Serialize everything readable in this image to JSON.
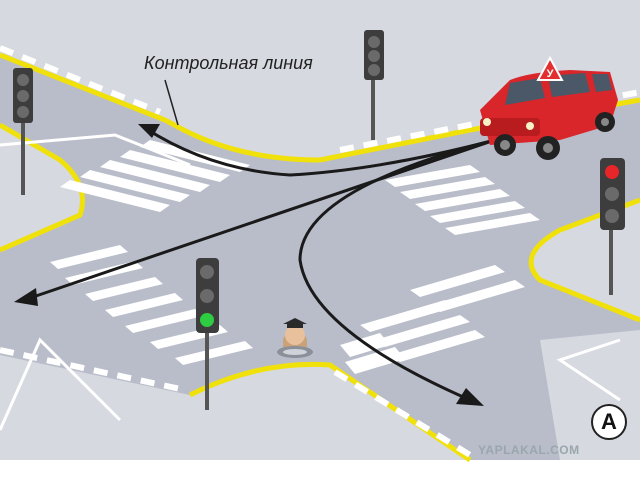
{
  "caption": "Контрольная линия",
  "panel_letter": "A",
  "watermark": "YAPLAKAL.COM",
  "icons": [
    "traffic-light",
    "car",
    "learner-sign",
    "student-driver",
    "route-arrow"
  ],
  "colors": {
    "road": "#b8bcc8",
    "sidewalk": "#d7dae1",
    "yellow_line": "#f2e20a",
    "car": "#d8262a",
    "light_green": "#2ecc40",
    "light_red": "#e8262a"
  },
  "traffic_lights": [
    {
      "position": "left-top",
      "lit": "none"
    },
    {
      "position": "center-top",
      "lit": "none"
    },
    {
      "position": "front",
      "lit": "green"
    },
    {
      "position": "right",
      "lit": "red"
    }
  ]
}
